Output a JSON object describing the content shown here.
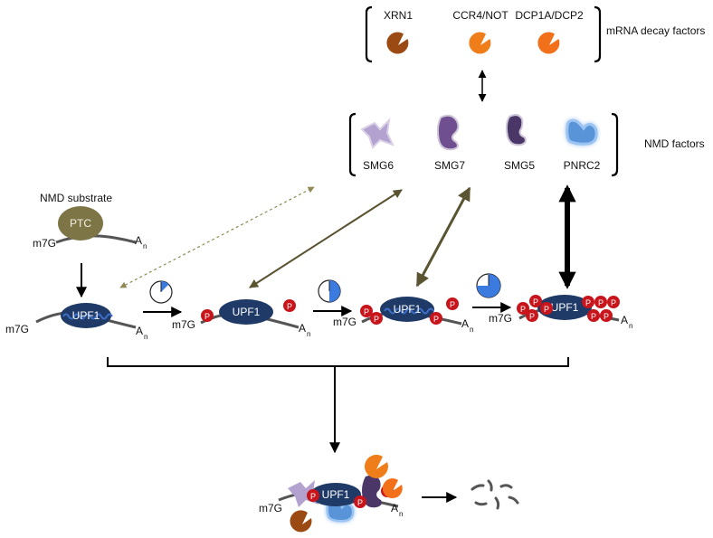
{
  "decay": {
    "factors": [
      {
        "label": "XRN1",
        "color": "#9a4a12",
        "icon": "pacman-xrn1-icon"
      },
      {
        "label": "CCR4/NOT",
        "color": "#ef7d1a",
        "icon": "pacman-ccr4-icon"
      },
      {
        "label": "DCP1A/DCP2",
        "color": "#f2701a",
        "icon": "pacman-dcp-icon"
      }
    ],
    "title": "mRNA decay factors"
  },
  "nmd": {
    "factors": [
      {
        "label": "SMG6",
        "color": "#b3a1cf",
        "icon": "smg6-shape-icon"
      },
      {
        "label": "SMG7",
        "color": "#6f4f8f",
        "icon": "smg7-shape-icon"
      },
      {
        "label": "SMG5",
        "color": "#4b3668",
        "icon": "smg5-shape-icon"
      },
      {
        "label": "PNRC2",
        "color": "#5a94d8",
        "icon": "pnrc2-shape-icon"
      }
    ],
    "title": "NMD factors"
  },
  "substrate": {
    "title": "NMD substrate",
    "ptc": "PTC",
    "cap": "m7G",
    "tail": "A",
    "tail_sub": "n"
  },
  "upf1": {
    "label": "UPF1",
    "p": "P",
    "color": "#1f3a66",
    "p_color": "#c8141b"
  },
  "final_complex_label": "UPF1",
  "colors": {
    "olive": "#7c7640",
    "olive_dashed": "#8f8a55",
    "dark_olive": "#5a5432",
    "timer_fill": "#3b7be0"
  }
}
